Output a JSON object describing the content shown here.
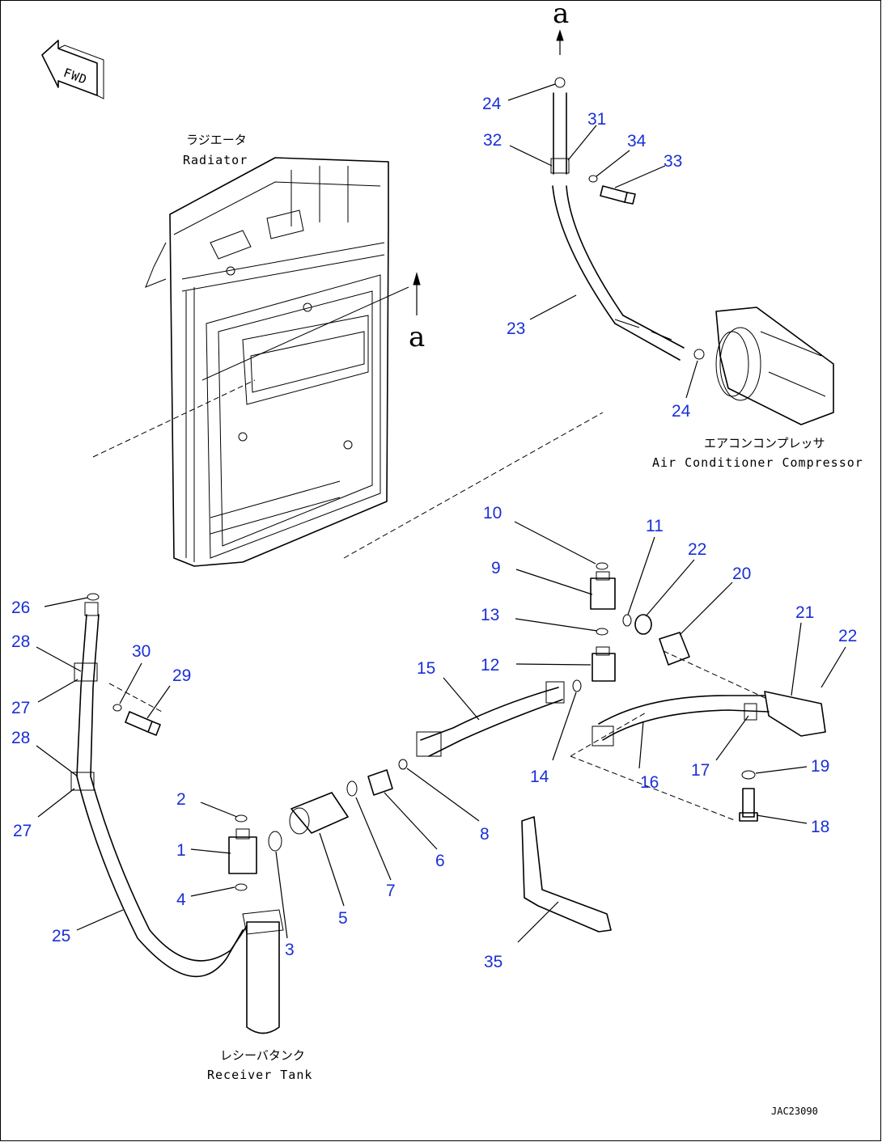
{
  "fwd_label": "FWD",
  "ref_letter_top": "a",
  "ref_letter_mid": "a",
  "drawing_code": "JAC23090",
  "captions": {
    "radiator_jp": "ラジエータ",
    "radiator_en": "Radiator",
    "compressor_jp": "エアコンコンプレッサ",
    "compressor_en": "Air Conditioner Compressor",
    "receiver_jp": "レシーバタンク",
    "receiver_en": "Receiver Tank"
  },
  "callouts": [
    "24",
    "31",
    "32",
    "34",
    "33",
    "23",
    "24",
    "10",
    "11",
    "22",
    "20",
    "9",
    "21",
    "22",
    "13",
    "12",
    "15",
    "14",
    "16",
    "17",
    "19",
    "18",
    "2",
    "1",
    "4",
    "3",
    "5",
    "7",
    "6",
    "8",
    "35",
    "26",
    "28",
    "30",
    "29",
    "27",
    "28",
    "27",
    "25"
  ],
  "colors": {
    "callout": "#1a2fd6",
    "line": "#000000",
    "background": "#ffffff"
  }
}
